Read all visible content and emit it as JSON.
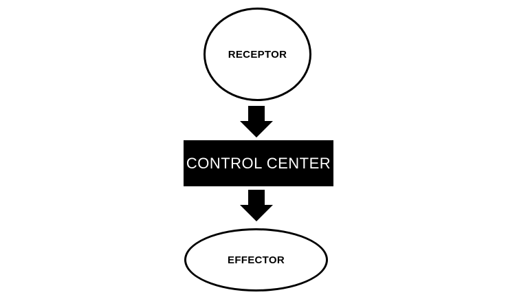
{
  "diagram": {
    "type": "flowchart",
    "direction": "top-down",
    "background_color": "#ffffff",
    "nodes": [
      {
        "id": "receptor",
        "label": "RECEPTOR",
        "shape": "circle",
        "fill": "#ffffff",
        "stroke": "#000000",
        "text_color": "#000000",
        "text_style": "bold"
      },
      {
        "id": "control-center",
        "label": "CONTROL CENTER",
        "shape": "rectangle",
        "fill": "#000000",
        "stroke": "#000000",
        "text_color": "#ffffff",
        "text_style": "regular"
      },
      {
        "id": "effector",
        "label": "EFFECTOR",
        "shape": "ellipse",
        "fill": "#ffffff",
        "stroke": "#000000",
        "text_color": "#000000",
        "text_style": "bold"
      }
    ],
    "connectors": [
      {
        "from": "receptor",
        "to": "control-center",
        "style": "block-arrow",
        "direction": "down",
        "color": "#000000"
      },
      {
        "from": "control-center",
        "to": "effector",
        "style": "block-arrow",
        "direction": "down",
        "color": "#000000"
      }
    ]
  }
}
